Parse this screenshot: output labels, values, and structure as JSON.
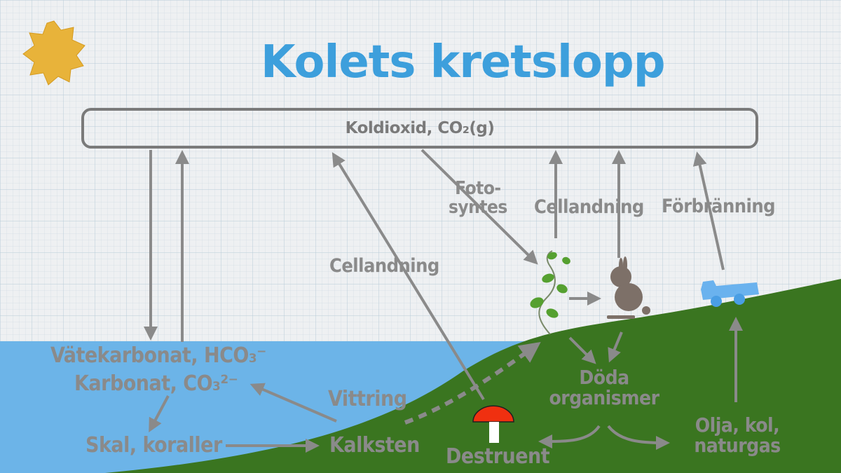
{
  "title": "Kolets kretslopp",
  "atmosphere": {
    "label": "Koldioxid, CO₂(g)"
  },
  "processes": {
    "photosynthesis": "Foto-\nsyntes",
    "photosynthesis_line1": "Foto-",
    "photosynthesis_line2": "syntes",
    "respiration_land": "Cellandning",
    "combustion": "Förbränning",
    "respiration_decomposer": "Cellandning",
    "weathering": "Vittring"
  },
  "ocean": {
    "bicarbonate": "Vätekarbonat, HCO₃⁻",
    "carbonate": "Karbonat, CO₃²⁻",
    "shells": "Skal, koraller",
    "limestone": "Kalksten"
  },
  "land": {
    "dead_line1": "Döda",
    "dead_line2": "organismer",
    "decomposer": "Destruent",
    "fossil_line1": "Olja, kol,",
    "fossil_line2": "naturgas"
  },
  "icons": {
    "sun": "sun-icon",
    "plant": "plant-icon",
    "rabbit": "rabbit-icon",
    "truck": "truck-icon",
    "mushroom": "mushroom-icon"
  },
  "colors": {
    "title": "#3d9fdc",
    "arrow": "#8a8a8a",
    "water": "#6cb4e8",
    "land": "#3a7520",
    "sun": "#e8b33a",
    "mushroom_cap": "#f03010",
    "truck": "#6ab2ee",
    "rabbit": "#7d7068",
    "leaf": "#55a030"
  }
}
